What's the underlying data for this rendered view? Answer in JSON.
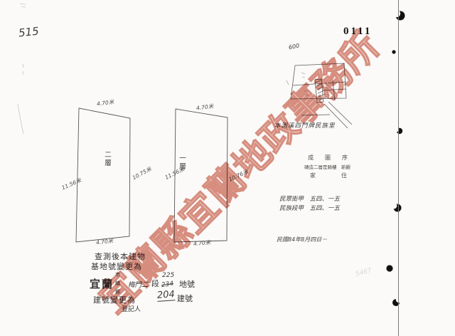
{
  "document": {
    "page_note": "515",
    "stamp_number": "0111",
    "watermark_text": "宜蘭縣宜蘭地政事務所",
    "watermark_color": "#c65640",
    "faint_pencil_note": "5467"
  },
  "floor_plans": {
    "left": {
      "label": "二層",
      "dim_top": "4.70米",
      "dim_bottom": "4.70米",
      "dim_left": "11.56米",
      "dim_right": "10.75米"
    },
    "right": {
      "label": "一層",
      "dim_top": "4.70米",
      "dim_bottom": "4.70米",
      "dim_left": "11.56米",
      "dim_right": "10.76米"
    }
  },
  "site_sketch": {
    "area_label": "600"
  },
  "annotations": {
    "house_number_line": "本測溪四門牌民族里",
    "stamp_block_row1": "成　圖　序",
    "stamp_block_row2": "磚造二層是騎樓　新觀",
    "stamp_block_row3": "家　　　住",
    "lot_line1": "民眾街甲　五四、一五",
    "lot_line2": "民族段甲　五四、一五",
    "date_line": "民國84年8月四日－"
  },
  "change_note": {
    "line1": "查測後本建物",
    "line2": "基地號變更為",
    "city": "宜蘭",
    "admin_options": [
      "市",
      "鎮",
      "鄉"
    ],
    "section_name": "梅門二",
    "section_word": "段",
    "lot_new": "225",
    "lot_old": "234",
    "lot_word": "地號",
    "line3": "建號變更為",
    "building_no": "204",
    "building_word": "建號",
    "registrar": "登記人"
  }
}
